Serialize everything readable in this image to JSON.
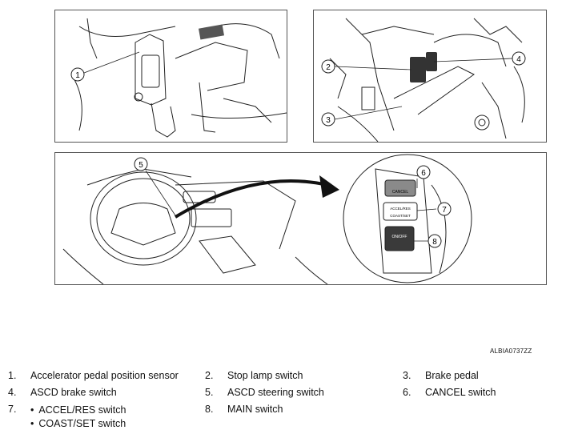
{
  "figure": {
    "code": "ALBIA0737ZZ",
    "callouts": [
      "1",
      "2",
      "3",
      "4",
      "5",
      "6",
      "7",
      "8"
    ],
    "switch_labels": {
      "cancel": "CANCEL",
      "accel_res": "ACCEL/RES",
      "coast_set": "COAST/SET",
      "main": "ON/OFF"
    }
  },
  "legend": [
    {
      "num": "1.",
      "label": "Accelerator pedal position sensor"
    },
    {
      "num": "2.",
      "label": "Stop lamp switch"
    },
    {
      "num": "3.",
      "label": "Brake pedal"
    },
    {
      "num": "4.",
      "label": "ASCD brake switch"
    },
    {
      "num": "5.",
      "label": "ASCD steering switch"
    },
    {
      "num": "6.",
      "label": "CANCEL switch"
    },
    {
      "num": "7.",
      "sub": [
        "ACCEL/RES switch",
        "COAST/SET switch"
      ]
    },
    {
      "num": "8.",
      "label": "MAIN switch"
    }
  ],
  "colors": {
    "line": "#222222",
    "fill_dark": "#3a3a3a",
    "fill_grey": "#8a8a8a",
    "panel_border": "#555555"
  }
}
